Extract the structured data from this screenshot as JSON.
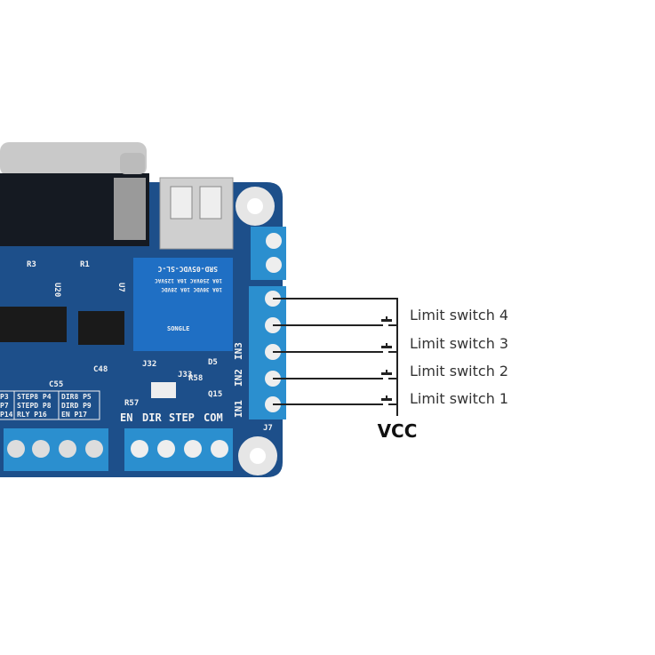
{
  "diagram": {
    "switch_labels": [
      "Limit switch 4",
      "Limit switch 3",
      "Limit switch 2",
      "Limit switch 1"
    ],
    "bus_label": "VCC"
  },
  "board": {
    "relay_text": [
      "SRD-05VDC-SL-C",
      "10A 250VAC 10A 125VAC",
      "10A 30VDC 10A 28VDC",
      "SONGLE"
    ],
    "bottom_header": [
      "EN",
      "DIR",
      "STEP",
      "COM"
    ],
    "pin_table": [
      [
        "P3",
        "STEP8 P4",
        "DIR8 P5"
      ],
      [
        "P7",
        "STEPD P8",
        "DIRD P9"
      ],
      [
        "P14",
        "RLY P16",
        "EN P17"
      ]
    ],
    "side_inputs": [
      "IN1",
      "IN2",
      "IN3"
    ],
    "refs": [
      "R3",
      "R1",
      "U20",
      "U7",
      "J32",
      "J33",
      "D5",
      "R58",
      "Q15",
      "R57",
      "C48",
      "C55",
      "J7"
    ]
  },
  "colors": {
    "board": "#1d4f8a",
    "terminal": "#2b8fcf",
    "wire": "#222222"
  }
}
